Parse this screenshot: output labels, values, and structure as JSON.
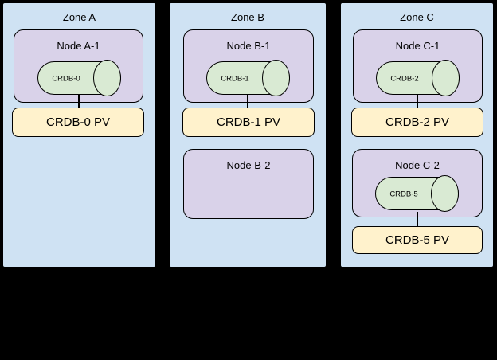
{
  "diagram": {
    "zones": [
      {
        "label": "Zone A",
        "nodes": [
          {
            "label": "Node A-1",
            "database": "CRDB-0",
            "pv_label": "CRDB-0 PV"
          }
        ]
      },
      {
        "label": "Zone B",
        "nodes": [
          {
            "label": "Node B-1",
            "database": "CRDB-1",
            "pv_label": "CRDB-1 PV"
          },
          {
            "label": "Node B-2"
          }
        ]
      },
      {
        "label": "Zone C",
        "nodes": [
          {
            "label": "Node C-1",
            "database": "CRDB-2",
            "pv_label": "CRDB-2 PV"
          },
          {
            "label": "Node C-2",
            "database": "CRDB-5",
            "pv_label": "CRDB-5 PV"
          }
        ]
      }
    ]
  },
  "colors": {
    "background": "#000000",
    "zone_fill": "#cfe2f3",
    "node_fill": "#d9d2e9",
    "cylinder_fill": "#d9ead3",
    "pv_fill": "#fff2cc",
    "stroke": "#000000",
    "text": "#000000"
  }
}
